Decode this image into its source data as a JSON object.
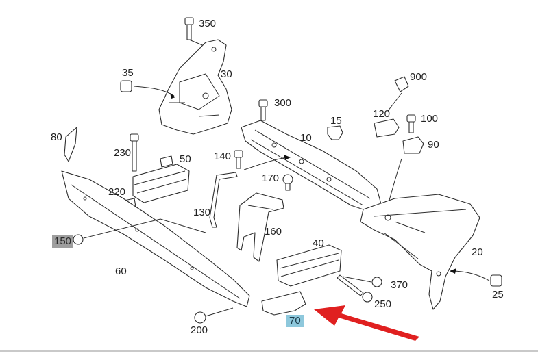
{
  "labels": {
    "p350": "350",
    "p35": "35",
    "p30": "30",
    "p300": "300",
    "p900": "900",
    "p15": "15",
    "p120": "120",
    "p100": "100",
    "p10": "10",
    "p90": "90",
    "p80": "80",
    "p230": "230",
    "p50": "50",
    "p140": "140",
    "p170": "170",
    "p220": "220",
    "p130": "130",
    "p160": "160",
    "p150": "150",
    "p40": "40",
    "p60": "60",
    "p20": "20",
    "p370": "370",
    "p25": "25",
    "p250": "250",
    "p70": "70",
    "p200": "200"
  },
  "colors": {
    "highlight_gray": "#9e9e9e",
    "highlight_blue": "#8ec8dc",
    "arrow_red": "#e02020",
    "line": "#2c2c2c"
  }
}
